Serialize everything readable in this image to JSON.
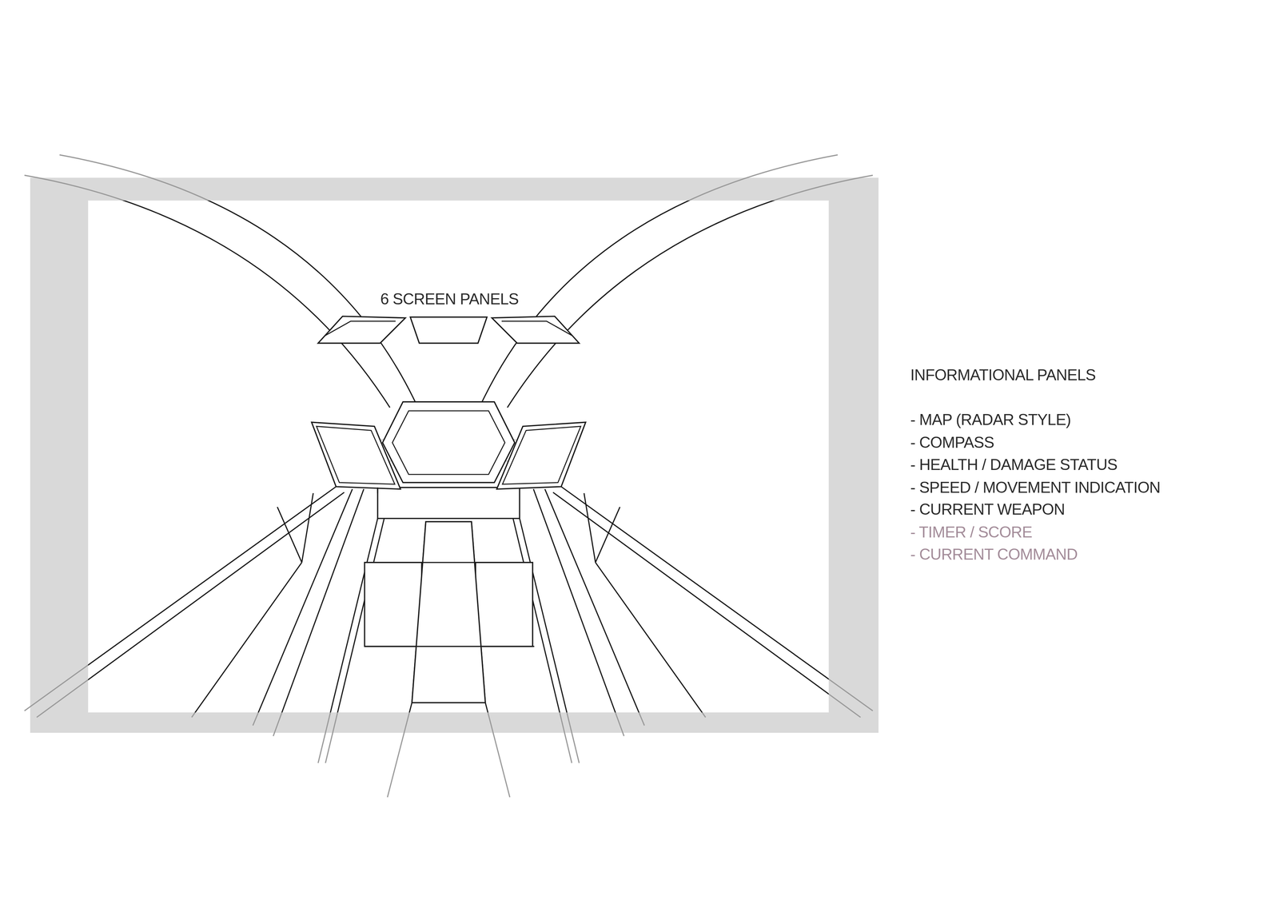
{
  "diagram": {
    "labels": [
      "6 SCREEN PANELS",
      "INFORMATIONAL PANELS",
      "- MAP (RADAR STYLE)",
      "- COMPASS",
      "- HEALTH / DAMAGE STATUS",
      "- SPEED / MOVEMENT INDICATION",
      "- CURRENT WEAPON",
      "- TIMER / SCORE",
      "- CURRENT COMMAND"
    ]
  }
}
